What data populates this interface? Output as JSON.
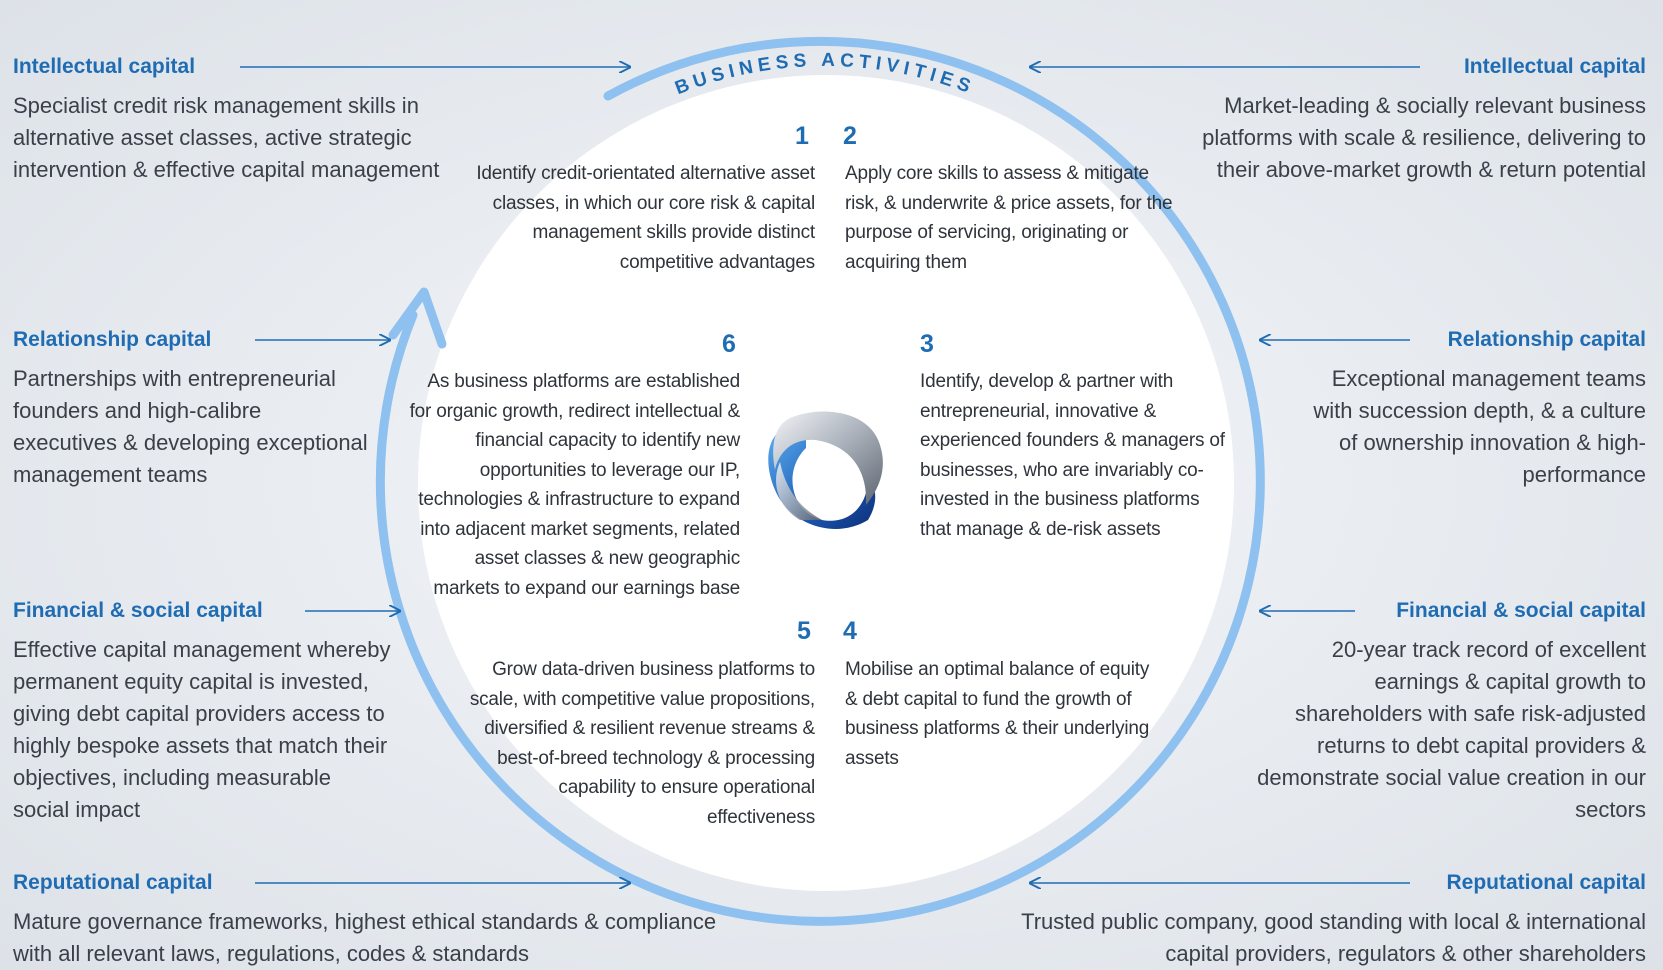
{
  "title": "BUSINESS ACTIVITIES",
  "colors": {
    "accent": "#1f6cb3",
    "ring": "#8ec1ef",
    "text": "#3b4048"
  },
  "left": [
    {
      "label": "Intellectual capital",
      "text": "Specialist credit risk management skills in alternative asset classes, active strategic intervention & effective capital management"
    },
    {
      "label": "Relationship capital",
      "text": "Partnerships with entrepreneurial founders and high-calibre executives & developing exceptional management teams"
    },
    {
      "label": "Financial & social capital",
      "text": "Effective capital management whereby permanent equity capital is invested, giving debt capital providers access to highly bespoke assets that match their objectives, including measurable social impact"
    },
    {
      "label": "Reputational capital",
      "text": "Mature governance frameworks, highest ethical standards & compliance with all relevant laws, regulations, codes & standards"
    }
  ],
  "right": [
    {
      "label": "Intellectual capital",
      "text": "Market-leading & socially relevant business platforms with scale & resilience, delivering to their above-market growth & return potential"
    },
    {
      "label": "Relationship capital",
      "text": "Exceptional management teams with succession depth, & a culture of ownership innovation & high-performance"
    },
    {
      "label": "Financial & social capital",
      "text": "20-year track record of excellent earnings & capital growth to shareholders with safe risk-adjusted returns to debt capital providers & demonstrate social value creation in our sectors"
    },
    {
      "label": "Reputational capital",
      "text": "Trusted public company, good standing with local & international capital providers, regulators & other shareholders"
    }
  ],
  "steps": [
    {
      "num": "1",
      "text": "Identify credit-orientated alternative asset classes, in which our core risk & capital management skills provide distinct competitive advantages"
    },
    {
      "num": "2",
      "text": "Apply core skills to assess & mitigate risk, & underwrite & price assets, for the purpose of servicing, originating or acquiring them"
    },
    {
      "num": "3",
      "text": "Identify, develop & partner with entrepreneurial, innovative & experienced founders & managers of businesses, who are invariably co-invested in the business platforms that manage & de-risk assets"
    },
    {
      "num": "4",
      "text": "Mobilise an optimal balance of equity & debt capital to fund the growth of business platforms & their underlying assets"
    },
    {
      "num": "5",
      "text": "Grow data-driven business platforms to scale, with competitive value propositions, diversified & resilient revenue streams & best-of-breed technology & processing capability to ensure operational effectiveness"
    },
    {
      "num": "6",
      "text": "As business platforms are established for organic growth, redirect intellectual & financial capacity to identify new opportunities to leverage our IP, technologies & infrastructure to expand into adjacent market segments, related asset classes & new geographic markets to expand our earnings base"
    }
  ]
}
